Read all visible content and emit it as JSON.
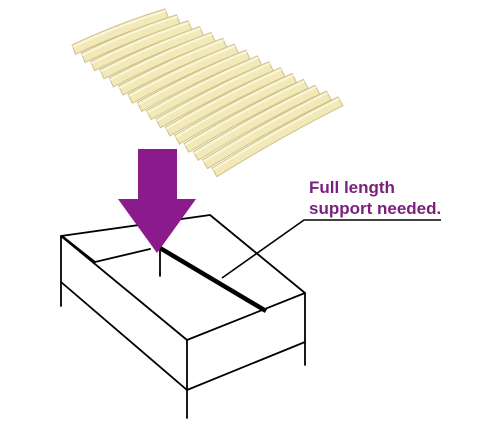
{
  "callout": {
    "line1": "Full length",
    "line2": "support needed."
  },
  "colors": {
    "callout_text": "#7b1f7e",
    "arrow": "#8b1a8c",
    "slat_fill": "#f1e9b8",
    "slat_edge": "#cfc08a",
    "line": "#000000",
    "background": "#ffffff"
  },
  "slats": {
    "count": 16
  }
}
